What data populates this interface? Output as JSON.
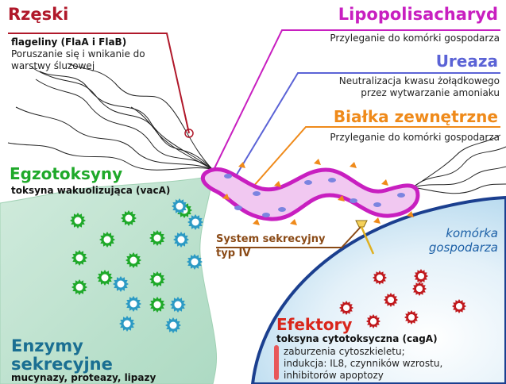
{
  "colors": {
    "rzeski": "#b0182a",
    "lipo": "#c81fc0",
    "ureaza": "#5b63d6",
    "bialka": "#ef8a1a",
    "egzo": "#1fa92a",
    "enzymy": "#1a6f92",
    "system": "#8a4a16",
    "efektory": "#d9261b",
    "cell": "#cfe6f4",
    "bacterium": "#f1c8f1"
  },
  "rzeski": {
    "title": "Rzęski",
    "sub": "flageliny (FlaA i FlaB)",
    "desc1": "Poruszanie się i wnikanie do",
    "desc2": "warstwy śluzowej"
  },
  "lipopolisacharyd": {
    "title": "Lipopolisacharyd",
    "desc": "Przyleganie do komórki gospodarza"
  },
  "ureaza": {
    "title": "Ureaza",
    "desc1": "Neutralizacja kwasu żołądkowego",
    "desc2": "przez wytwarzanie amoniaku"
  },
  "bialka": {
    "title": "Białka zewnętrzne",
    "desc": "Przyleganie do komórki gospodarza"
  },
  "egzotoksyny": {
    "title": "Egzotoksyny",
    "sub": "toksyna wakuolizująca (vacA)"
  },
  "system": {
    "title1": "System sekrecyjny",
    "title2": "typ IV"
  },
  "cell": {
    "label1": "komórka",
    "label2": "gospodarza"
  },
  "efektory": {
    "title": "Efektory",
    "sub": "toksyna cytotoksyczna (cagA)",
    "desc1": "zaburzenia cytoszkieletu;",
    "desc2": "indukcja: IL8, czynników wzrostu,",
    "desc3": "inhibitorów apoptozy"
  },
  "enzymy": {
    "title1": "Enzymy",
    "title2": "sekrecyjne",
    "desc": "mucynazy, proteazy, lipazy"
  }
}
